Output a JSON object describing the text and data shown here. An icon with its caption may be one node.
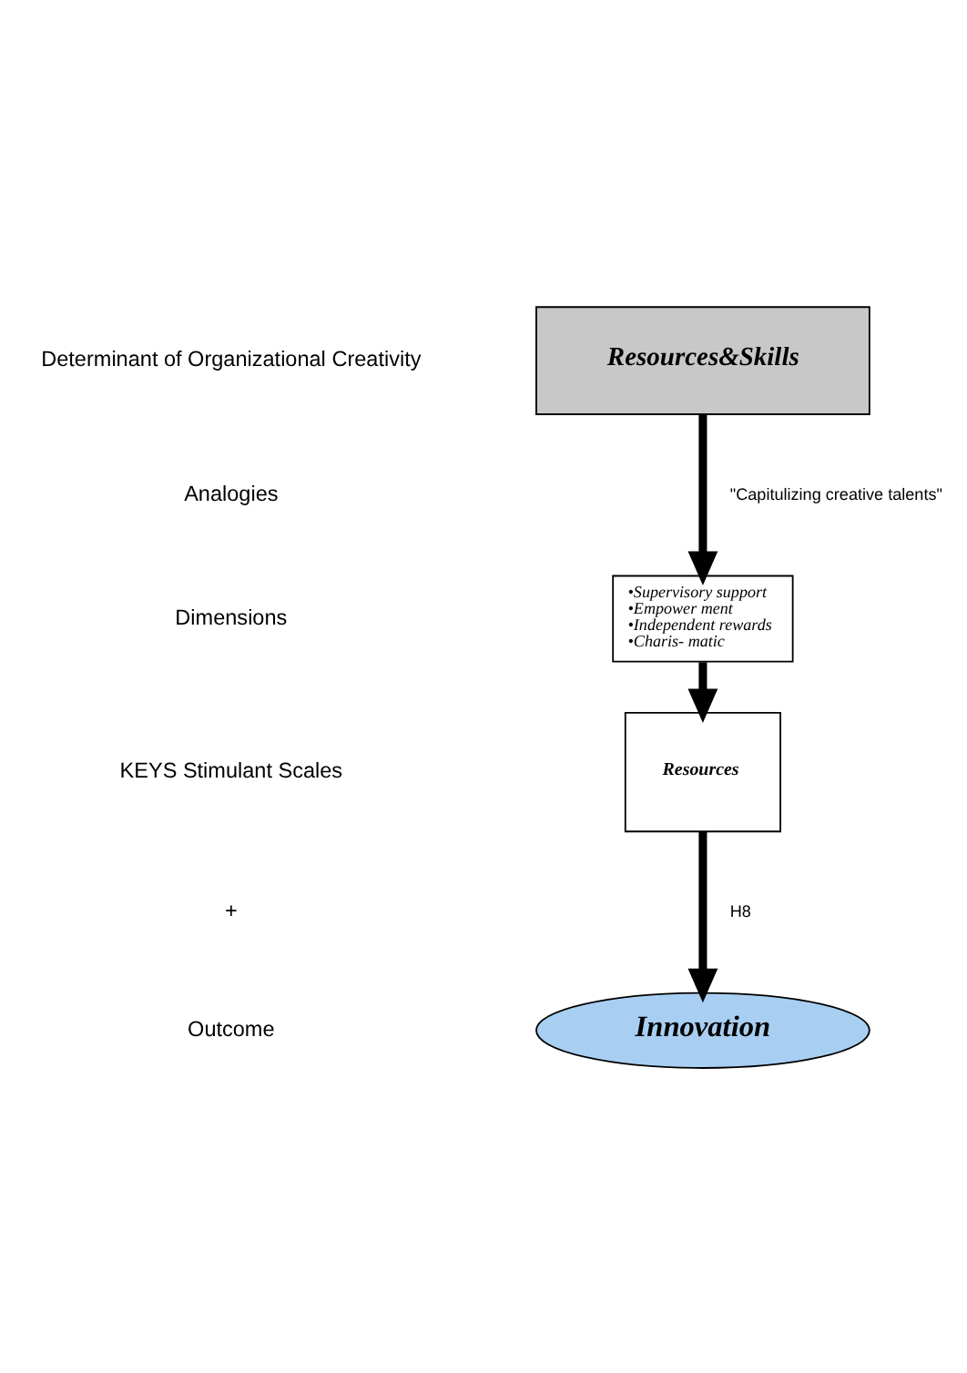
{
  "diagram": {
    "nodes": [
      {
        "text": [
          "Resources&Skills"
        ]
      },
      {
        "text": [
          "•Supervisory support",
          "•Empower ment",
          "•Independent rewards",
          "•Charis- matic"
        ]
      },
      {
        "text": [
          "Resources"
        ]
      },
      {
        "text": [
          "Innovation"
        ]
      }
    ],
    "edges": [
      {
        "from": 0,
        "to": 1,
        "arrow": "to",
        "label": "\"Capitulizing creative talents\""
      },
      {
        "from": 1,
        "to": 2,
        "arrow": "to"
      },
      {
        "from": 2,
        "to": 3,
        "arrow": "to",
        "label": "H8"
      }
    ],
    "labels": [
      "Determinant of Organizational Creativity",
      "Analogies",
      "Dimensions",
      "KEYS Stimulant Scales",
      "+",
      "Outcome"
    ]
  }
}
